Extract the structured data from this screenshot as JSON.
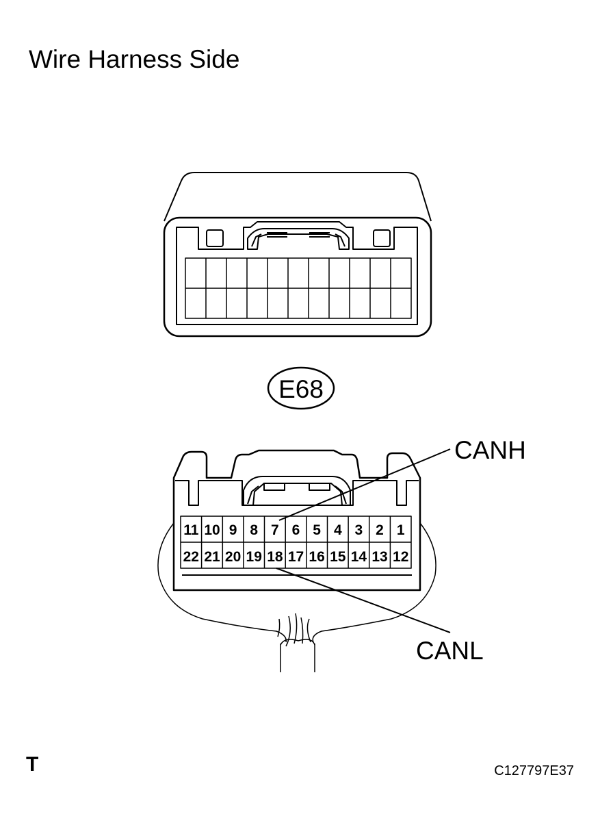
{
  "title": "Wire Harness Side",
  "connector_code": "E68",
  "pins_top_row": [
    "11",
    "10",
    "9",
    "8",
    "7",
    "6",
    "5",
    "4",
    "3",
    "2",
    "1"
  ],
  "pins_bottom_row": [
    "22",
    "21",
    "20",
    "19",
    "18",
    "17",
    "16",
    "15",
    "14",
    "13",
    "12"
  ],
  "labels": {
    "canh": "CANH",
    "canl": "CANL"
  },
  "footer": {
    "letter": "T",
    "figure_code": "C127797E37"
  }
}
